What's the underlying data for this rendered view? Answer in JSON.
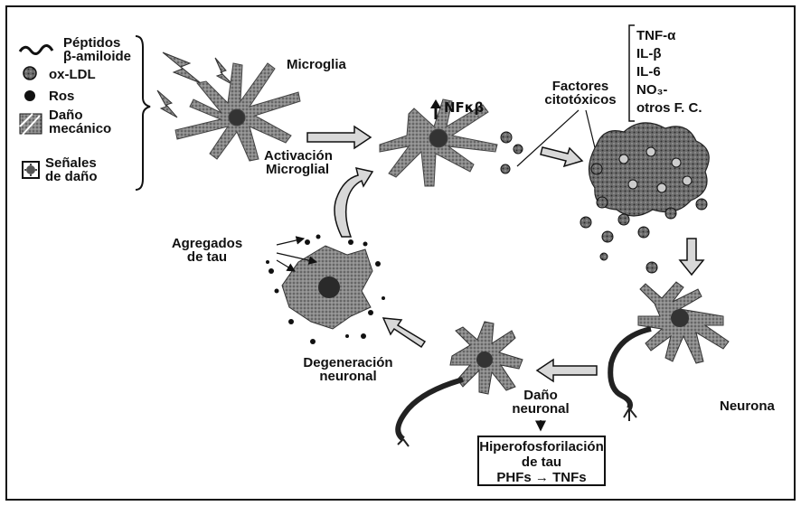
{
  "legend": {
    "items": [
      {
        "icon": "squiggle-icon",
        "lines": [
          "Péptidos",
          "β-amiloide"
        ]
      },
      {
        "icon": "ox-ldl-particle-icon",
        "lines": [
          "ox-LDL"
        ]
      },
      {
        "icon": "dot-icon",
        "lines": [
          "Ros"
        ]
      },
      {
        "icon": "mechanical-damage-icon",
        "lines": [
          "Daño",
          "mecánico"
        ]
      },
      {
        "icon": "damage-signal-icon",
        "lines": [
          "Señales",
          "de daño"
        ]
      }
    ]
  },
  "labels": {
    "microglia": "Microglia",
    "activation": [
      "Activación",
      "Microglial"
    ],
    "nfkb": "NFκβ",
    "cytotoxic": [
      "Factores",
      "citotóxicos"
    ],
    "factors_list": [
      "TNF-α",
      "IL-β",
      "IL-6",
      "NO₃-",
      "otros F. C."
    ],
    "tau_aggregates": [
      "Agregados",
      "de tau"
    ],
    "degeneration": [
      "Degeneración",
      "neuronal"
    ],
    "neuronal_damage": [
      "Daño",
      "neuronal"
    ],
    "neuron": "Neurona",
    "hyper_box": [
      "Hiperofosforilación",
      "de tau",
      "PHFs → TNFs"
    ]
  },
  "colors": {
    "ink": "#111111",
    "fill": "#7a7a7a",
    "fill_dark": "#4a4a4a",
    "arrow_fill": "#cfcfcf"
  }
}
